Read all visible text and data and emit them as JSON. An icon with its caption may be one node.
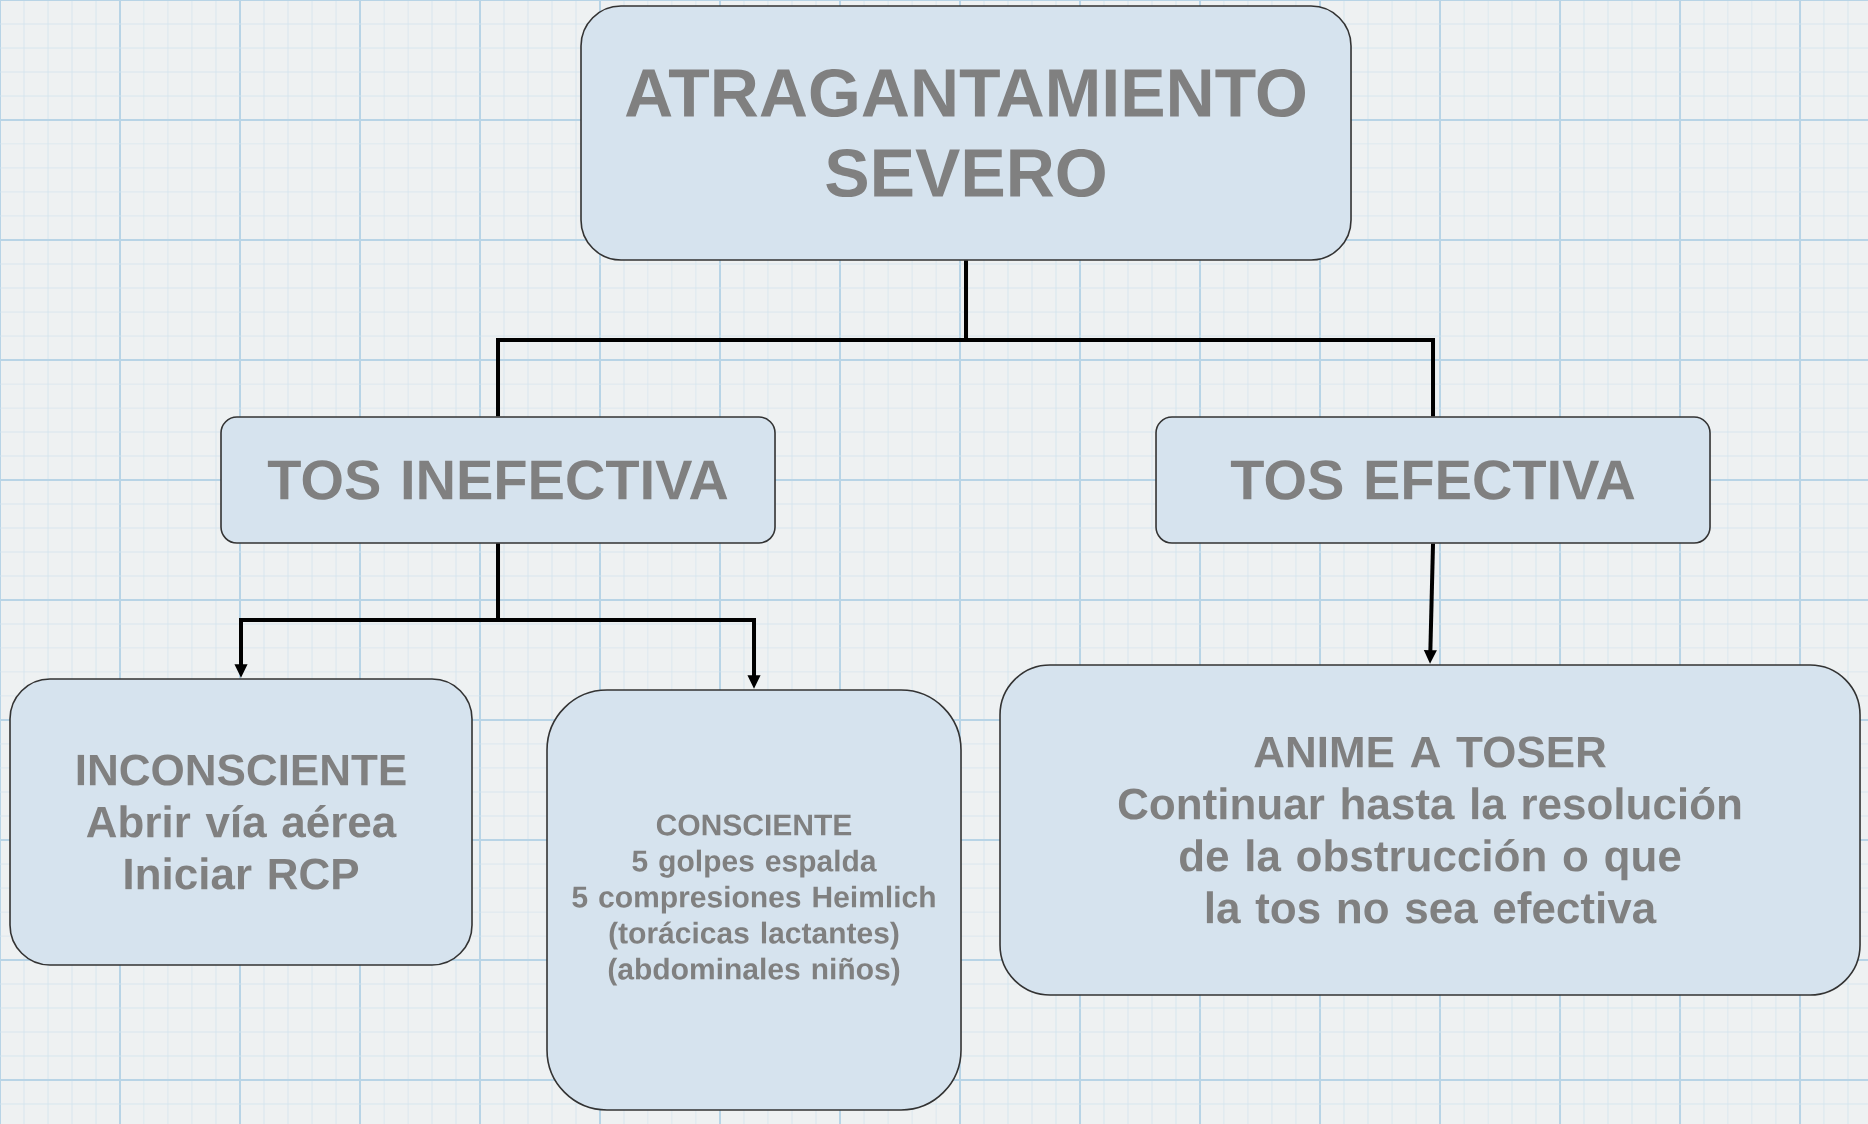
{
  "diagram": {
    "nodes": [
      {
        "text": [
          "ATRAGANTAMIENTO SEVERO"
        ]
      },
      {
        "text": [
          "TOS INEFECTIVA"
        ]
      },
      {
        "text": [
          "TOS EFECTIVA"
        ]
      },
      {
        "text": [
          "INCONSCIENTE",
          "Abrir vía aérea",
          "Iniciar RCP"
        ]
      },
      {
        "text": [
          "CONSCIENTE",
          "5 golpes espalda",
          "5 compresiones Heimlich",
          "(torácicas lactantes)",
          "(abdominales niños)"
        ]
      },
      {
        "text": [
          "ANIME A TOSER",
          "Continuar hasta la resolución de la obstrucción o que la tos no sea efectiva"
        ]
      }
    ],
    "edges": [
      {
        "from": 0,
        "to": 1,
        "arrow": "none"
      },
      {
        "from": 0,
        "to": 2,
        "arrow": "none"
      },
      {
        "from": 1,
        "to": 3,
        "arrow": "to"
      },
      {
        "from": 1,
        "to": 4,
        "arrow": "to"
      },
      {
        "from": 2,
        "to": 5,
        "arrow": "to"
      }
    ]
  }
}
